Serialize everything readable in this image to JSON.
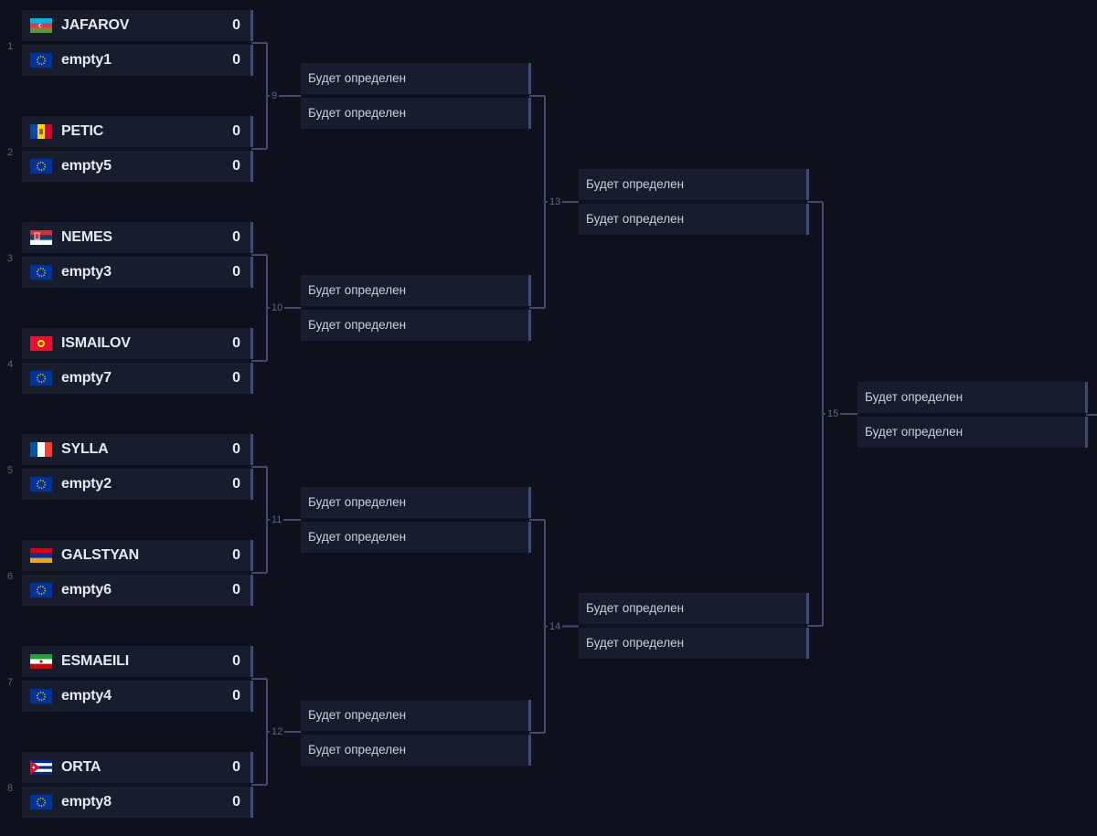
{
  "round1": [
    {
      "seed": "1",
      "players": [
        {
          "name": "JAFAROV",
          "score": "0",
          "flag": "azerbaijan-flag-icon"
        },
        {
          "name": "empty1",
          "score": "0",
          "flag": "eu-flag-icon"
        }
      ]
    },
    {
      "seed": "2",
      "players": [
        {
          "name": "PETIC",
          "score": "0",
          "flag": "moldova-flag-icon"
        },
        {
          "name": "empty5",
          "score": "0",
          "flag": "eu-flag-icon"
        }
      ]
    },
    {
      "seed": "3",
      "players": [
        {
          "name": "NEMES",
          "score": "0",
          "flag": "serbia-flag-icon"
        },
        {
          "name": "empty3",
          "score": "0",
          "flag": "eu-flag-icon"
        }
      ]
    },
    {
      "seed": "4",
      "players": [
        {
          "name": "ISMAILOV",
          "score": "0",
          "flag": "kyrgyzstan-flag-icon"
        },
        {
          "name": "empty7",
          "score": "0",
          "flag": "eu-flag-icon"
        }
      ]
    },
    {
      "seed": "5",
      "players": [
        {
          "name": "SYLLA",
          "score": "0",
          "flag": "france-flag-icon"
        },
        {
          "name": "empty2",
          "score": "0",
          "flag": "eu-flag-icon"
        }
      ]
    },
    {
      "seed": "6",
      "players": [
        {
          "name": "GALSTYAN",
          "score": "0",
          "flag": "armenia-flag-icon"
        },
        {
          "name": "empty6",
          "score": "0",
          "flag": "eu-flag-icon"
        }
      ]
    },
    {
      "seed": "7",
      "players": [
        {
          "name": "ESMAEILI",
          "score": "0",
          "flag": "iran-flag-icon"
        },
        {
          "name": "empty4",
          "score": "0",
          "flag": "eu-flag-icon"
        }
      ]
    },
    {
      "seed": "8",
      "players": [
        {
          "name": "ORTA",
          "score": "0",
          "flag": "cuba-flag-icon"
        },
        {
          "name": "empty8",
          "score": "0",
          "flag": "eu-flag-icon"
        }
      ]
    }
  ],
  "round2": [
    {
      "number": "9",
      "slots": [
        "Будет определен",
        "Будет определен"
      ]
    },
    {
      "number": "10",
      "slots": [
        "Будет определен",
        "Будет определен"
      ]
    },
    {
      "number": "11",
      "slots": [
        "Будет определен",
        "Будет определен"
      ]
    },
    {
      "number": "12",
      "slots": [
        "Будет определен",
        "Будет определен"
      ]
    }
  ],
  "round3": [
    {
      "number": "13",
      "slots": [
        "Будет определен",
        "Будет определен"
      ]
    },
    {
      "number": "14",
      "slots": [
        "Будет определен",
        "Будет определен"
      ]
    }
  ],
  "round4": [
    {
      "number": "15",
      "slots": [
        "Будет определен",
        "Будет определен"
      ]
    }
  ],
  "colors": {
    "background": "#0e111b",
    "slot": "#181d2e",
    "connector": "#3e4c73",
    "text": "#e6e9f2",
    "muted": "#5d6684"
  }
}
